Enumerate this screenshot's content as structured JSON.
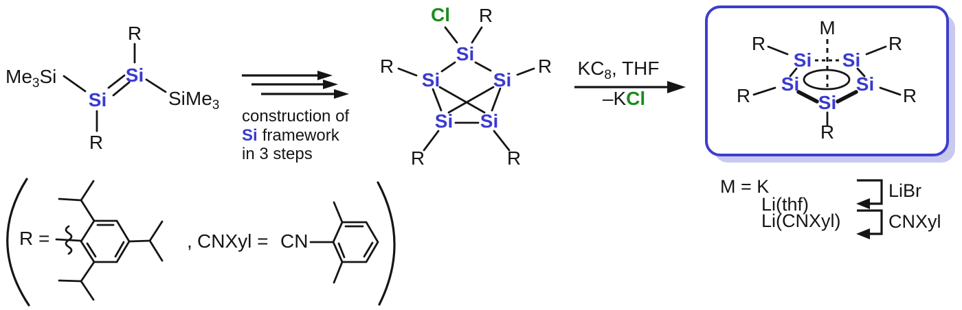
{
  "colors": {
    "si_blue": "#3a3ad0",
    "cl_green": "#1c8c1c",
    "text_black": "#151515",
    "box_border": "#3d3dcd",
    "box_shadow": "#c9c9f0"
  },
  "left_structure": {
    "me3si_pre": "Me",
    "me3si_sub": "3",
    "me3si_post": "Si",
    "si": "Si",
    "r": "R",
    "sime3_pre": "SiMe",
    "sime3_sub": "3"
  },
  "steps": {
    "line1": "construction of",
    "line2_si": "Si",
    "line2_rest": "framework",
    "line3": "in 3 steps"
  },
  "cluster": {
    "cl": "Cl",
    "si": "Si",
    "r": "R"
  },
  "reaction": {
    "reagents_pre": "KC",
    "reagents_sub": "8",
    "reagents_post": ", THF",
    "byproduct_k": "–K",
    "byproduct_cl": "Cl"
  },
  "product": {
    "m": "M",
    "si": "Si",
    "r": "R"
  },
  "legend": {
    "row1": "M = K",
    "row2": "Li(thf)",
    "row3": "Li(CNXyl)",
    "reagent1": "LiBr",
    "reagent2": "CNXyl"
  },
  "r_def": {
    "r_eq": "R =",
    "comma": ",",
    "cnxyl_eq": "CNXyl =",
    "cn": "CN"
  }
}
